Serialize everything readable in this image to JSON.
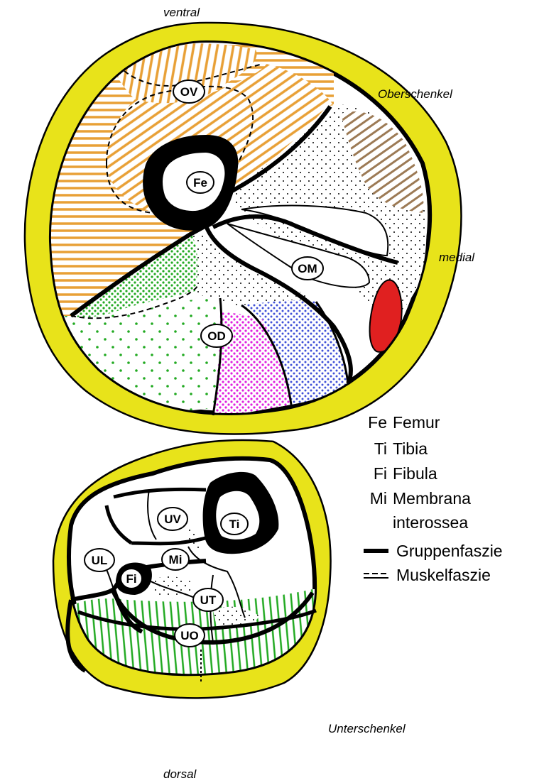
{
  "colors": {
    "skin": "#E8E31A",
    "ventral_hatch": "#E8A036",
    "medial_hatch": "#9C7A55",
    "dorsal_green": "#22AA22",
    "dorsal_magenta": "#E020E0",
    "dorsal_blue": "#4050D8",
    "vessel_red": "#E02020",
    "lower_green": "#22AA22"
  },
  "orientation": {
    "ventral": "ventral",
    "dorsal": "dorsal",
    "medial": "medial",
    "oberschenkel": "Oberschenkel",
    "unterschenkel": "Unterschenkel"
  },
  "labels": {
    "fe": "Fe",
    "ov": "OV",
    "om": "OM",
    "od": "OD",
    "ti": "Ti",
    "fi": "Fi",
    "mi": "Mi",
    "uv": "UV",
    "ul": "UL",
    "ut": "UT",
    "uo": "UO"
  },
  "legend": {
    "items": [
      {
        "abbr": "Fe",
        "text": "Femur"
      },
      {
        "abbr": "Ti",
        "text": "Tibia"
      },
      {
        "abbr": "Fi",
        "text": "Fibula"
      },
      {
        "abbr": "Mi",
        "text": "Membrana"
      }
    ],
    "continuation": "interossea",
    "group_fascia": "Gruppenfaszie",
    "muscle_fascia": "Muskelfaszie"
  }
}
